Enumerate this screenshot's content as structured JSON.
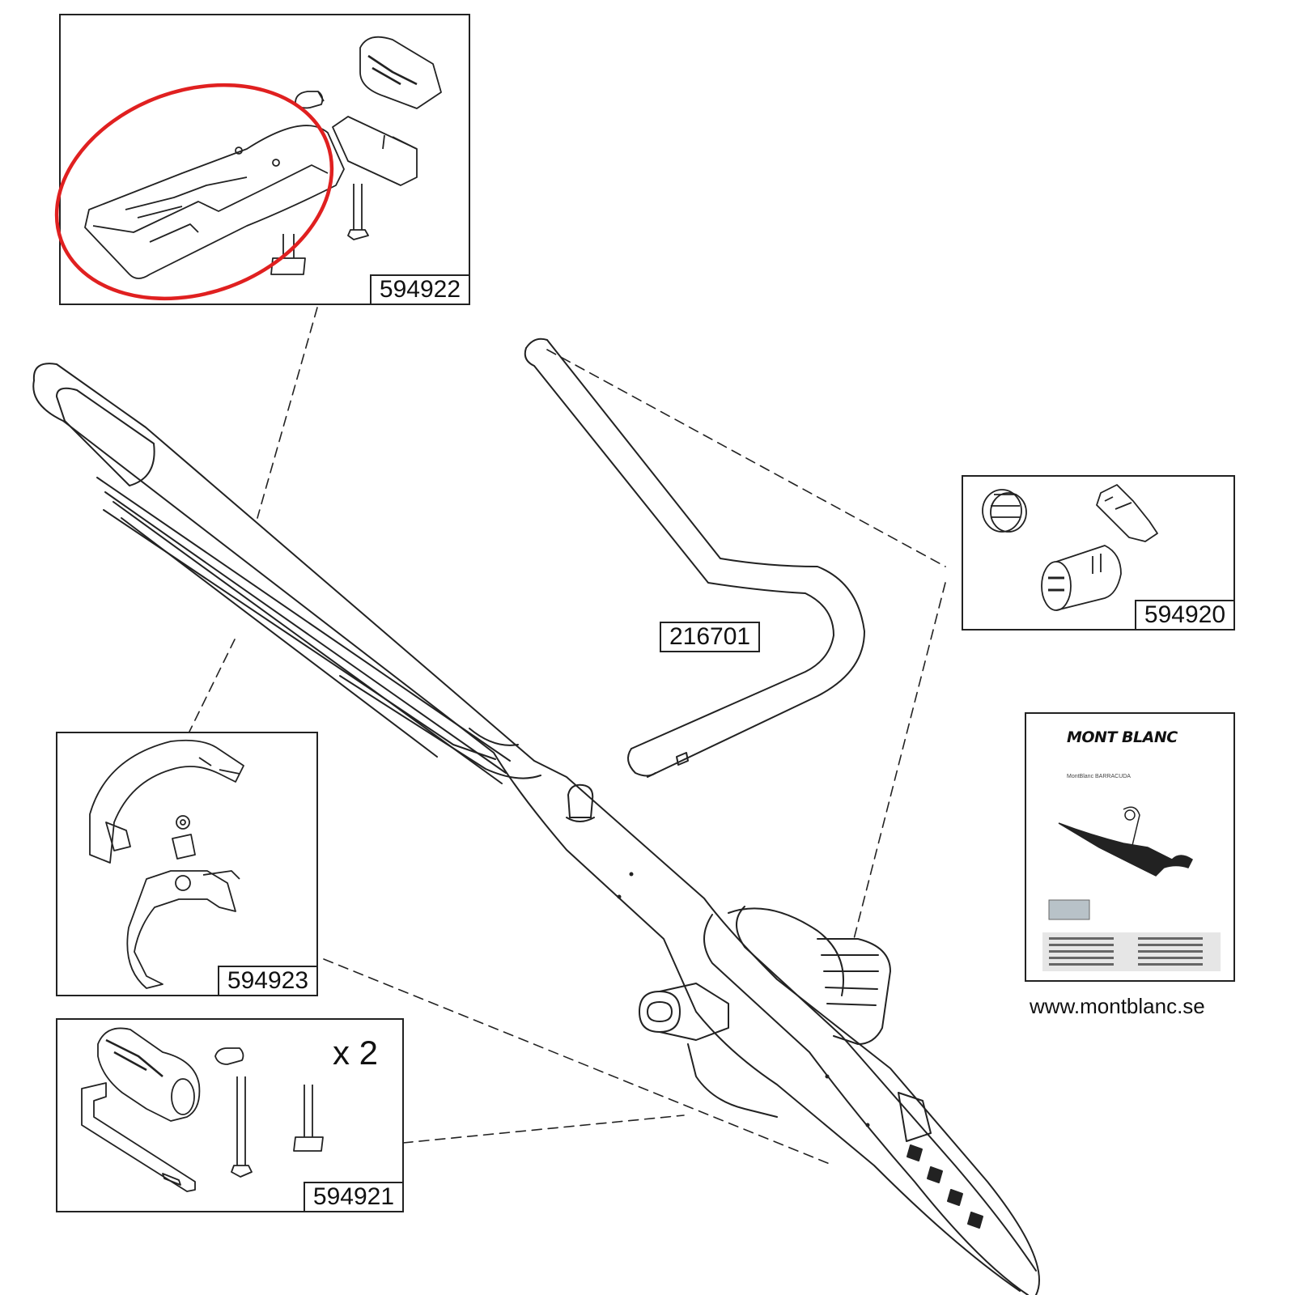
{
  "parts": {
    "p594922": {
      "number": "594922"
    },
    "p594920": {
      "number": "594920"
    },
    "p594923": {
      "number": "594923"
    },
    "p594921": {
      "number": "594921",
      "quantity": "x 2"
    },
    "p216701": {
      "number": "216701"
    }
  },
  "manual": {
    "brand": "MONT BLANC",
    "product": "MontBlanc BARRACUDA",
    "url": "www.montblanc.se"
  },
  "highlight": {
    "color": "#e02020"
  },
  "line_color": "#222222"
}
